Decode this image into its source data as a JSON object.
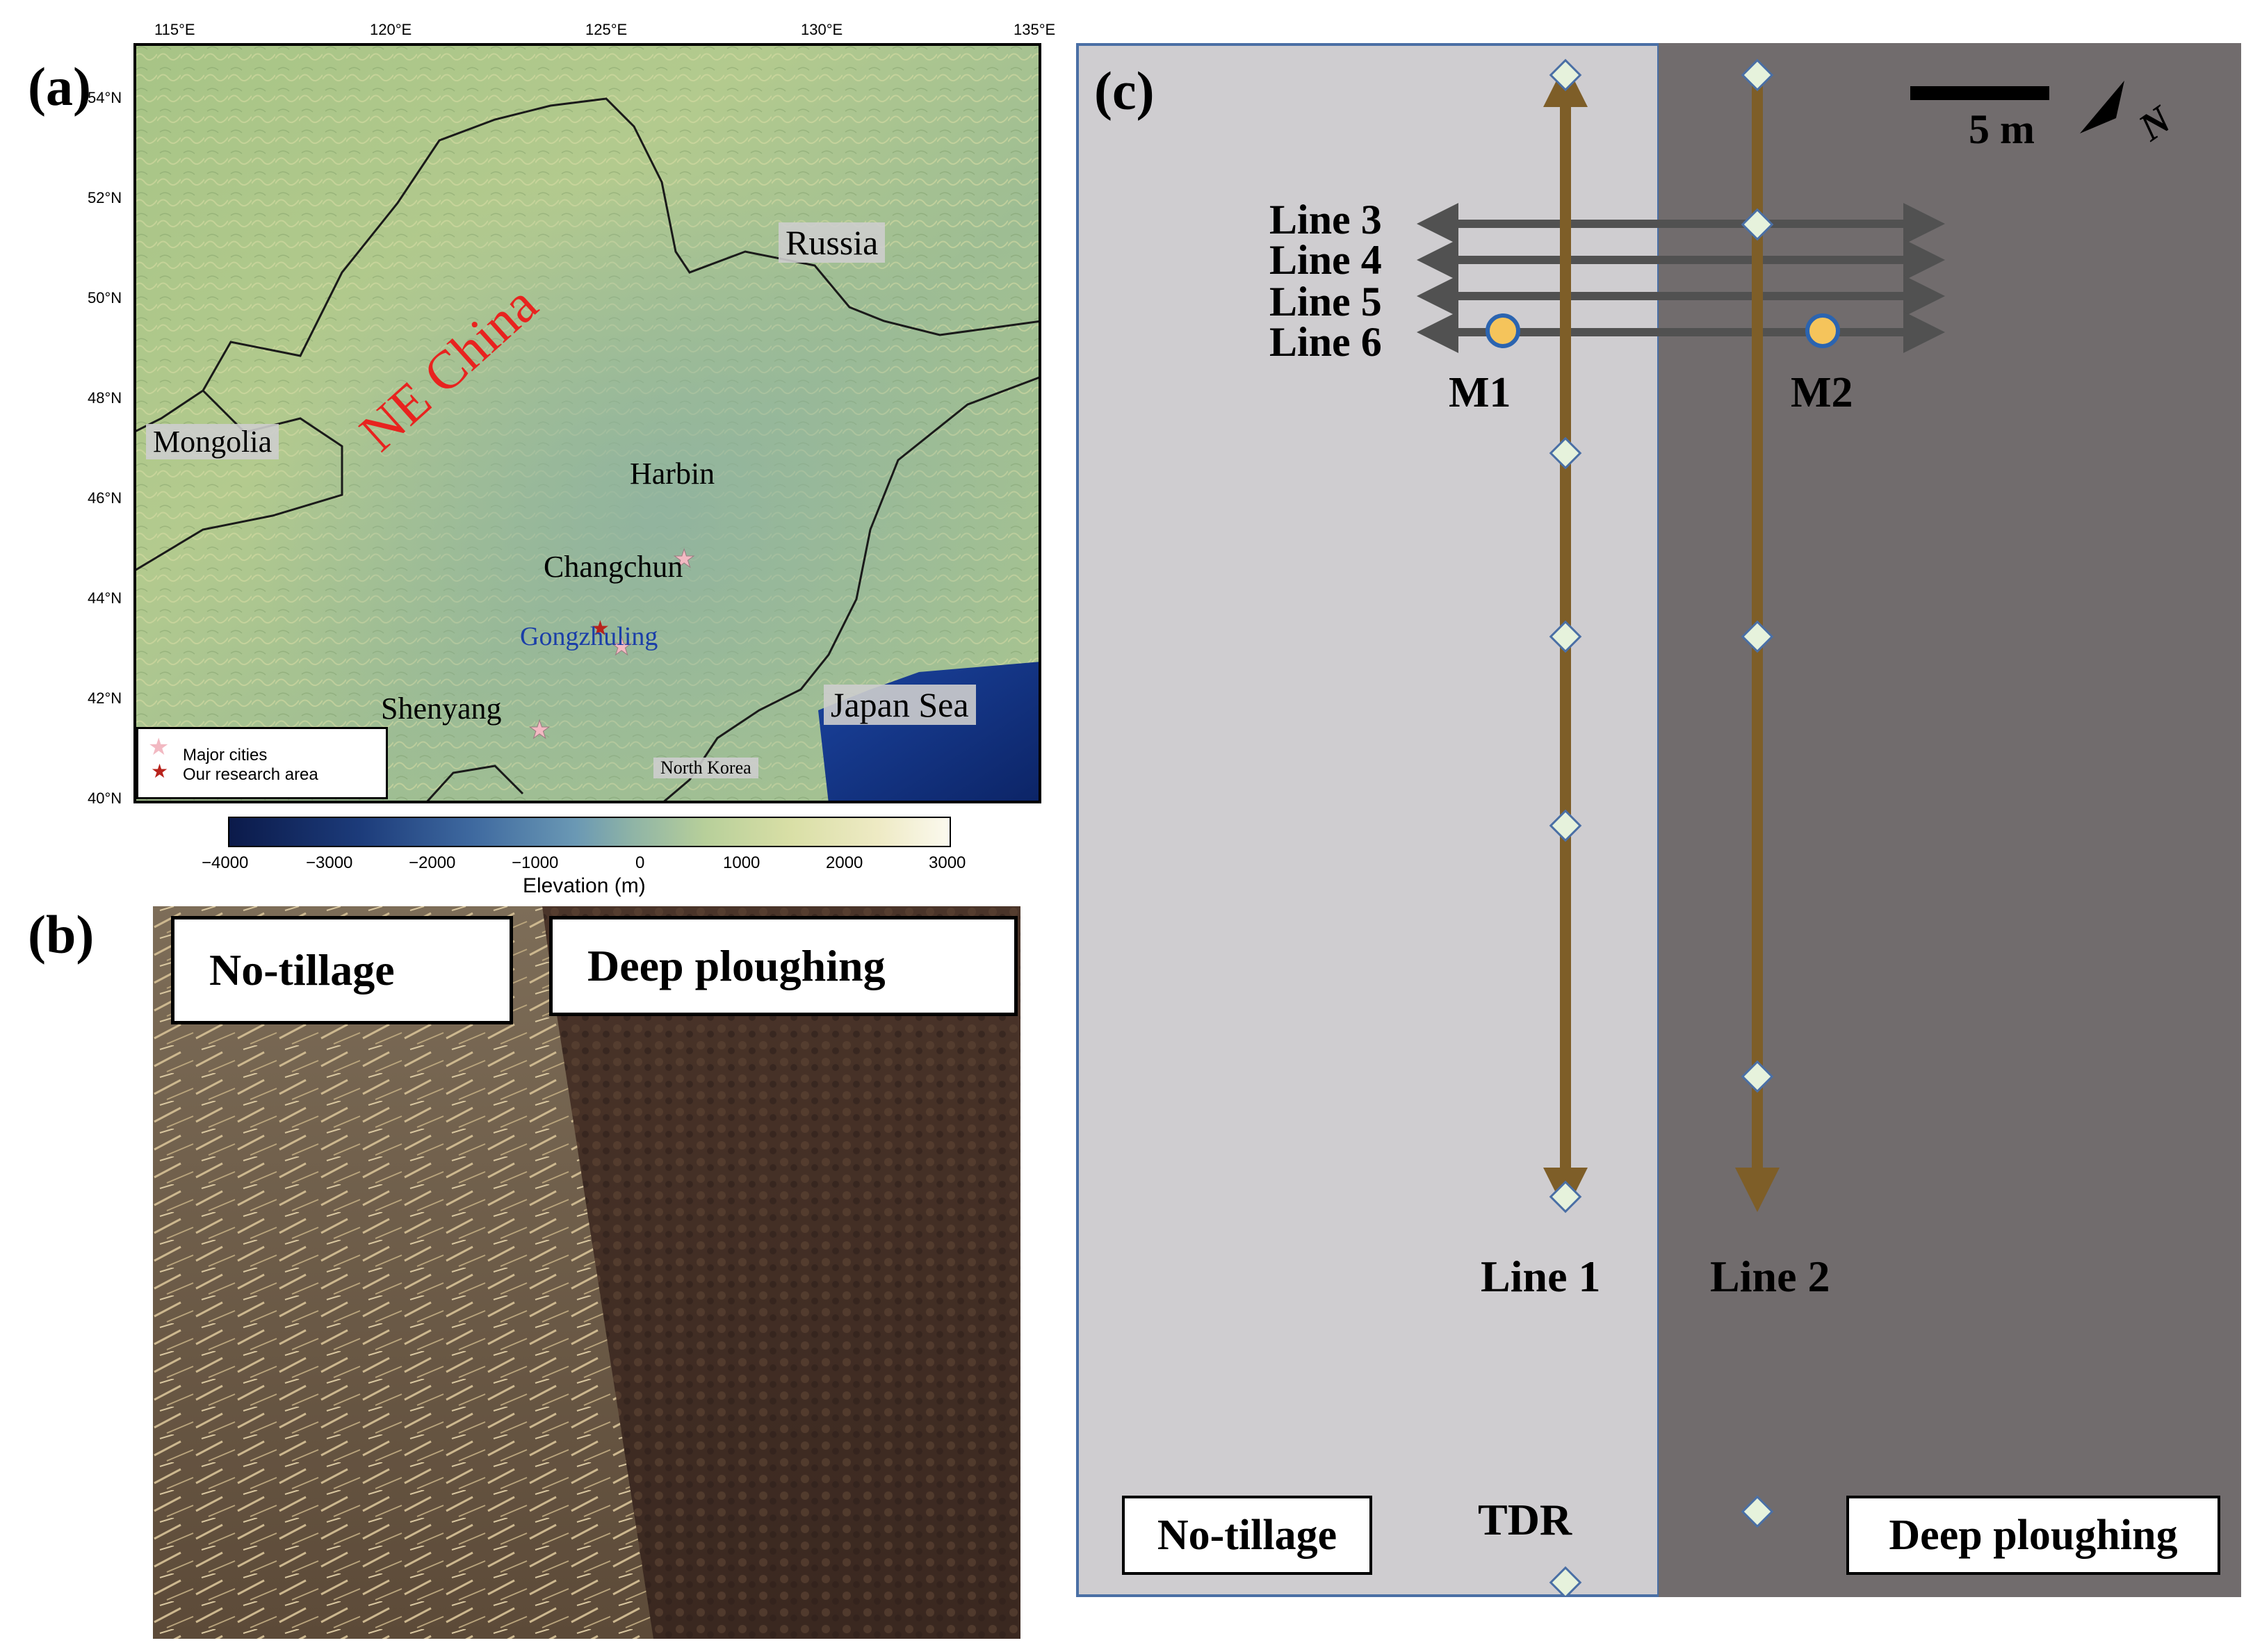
{
  "panel_a": {
    "label": "(a)",
    "lon_ticks": [
      "115°E",
      "120°E",
      "125°E",
      "130°E",
      "135°E"
    ],
    "lat_ticks": [
      "54°N",
      "52°N",
      "50°N",
      "48°N",
      "46°N",
      "44°N",
      "42°N",
      "40°N"
    ],
    "countries": {
      "russia": "Russia",
      "mongolia": "Mongolia",
      "north_korea": "North Korea",
      "japan_sea": "Japan Sea"
    },
    "region": "NE China",
    "cities": {
      "harbin": "Harbin",
      "changchun": "Changchun",
      "shenyang": "Shenyang",
      "gongzhuling": "Gongzhuling"
    },
    "legend": {
      "major_cities": "Major cities",
      "research_area": "Our research area"
    },
    "colorbar": {
      "ticks": [
        "−4000",
        "−3000",
        "−2000",
        "−1000",
        "0",
        "1000",
        "2000",
        "3000"
      ],
      "range": [
        -4000,
        3000
      ],
      "label": "Elevation (m)"
    },
    "colors": {
      "region": "#e8231f",
      "gongzhuling": "#1a3ea8",
      "city_star": "#f2b9c2",
      "research_star": "#b8231c"
    }
  },
  "panel_b": {
    "label": "(b)",
    "left_label": "No-tillage",
    "right_label": "Deep ploughing"
  },
  "panel_c": {
    "label": "(c)",
    "scale_bar": "5 m",
    "north": "N",
    "h_lines": [
      "Line 3",
      "Line 4",
      "Line 5",
      "Line 6"
    ],
    "moisture_points": [
      "M1",
      "M2"
    ],
    "v_lines": [
      "Line 1",
      "Line 2"
    ],
    "tdr_label": "TDR",
    "no_tillage": "No-tillage",
    "deep_ploughing": "Deep ploughing",
    "colors": {
      "no_tillage_zone": "#cfcdd0",
      "deep_ploughing_zone": "#716c6d",
      "survey_line": "#7e5e28",
      "h_line": "#515151",
      "tdr_marker": "#e6f2dc",
      "m_point": "#f5c45b"
    }
  }
}
